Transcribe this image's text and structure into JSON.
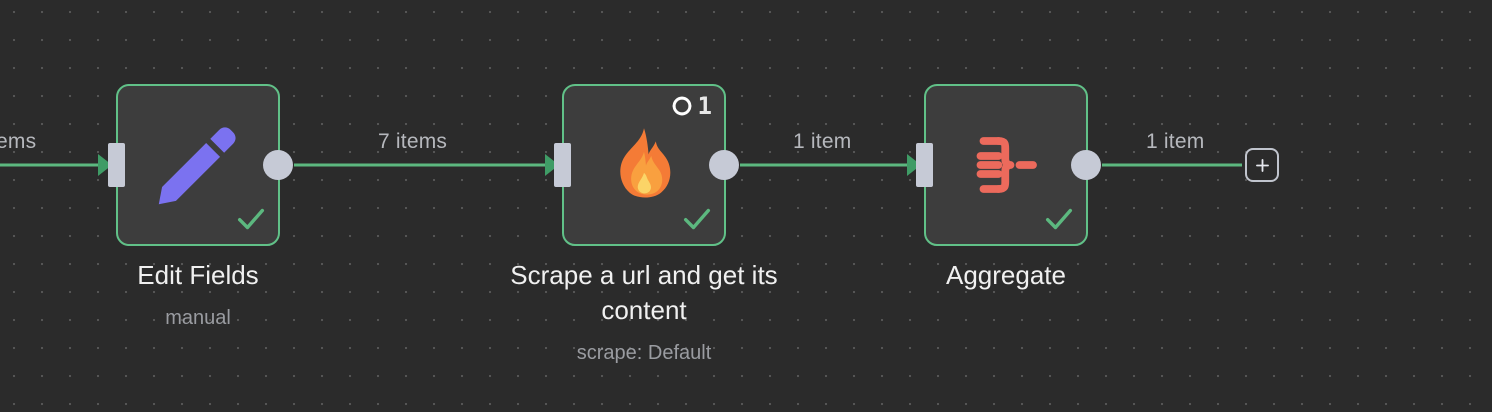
{
  "canvas": {
    "background_color": "#2b2b2b",
    "grid_dot_color": "#555555",
    "accent_green": "#61c188",
    "connection_green": "#5cb87f"
  },
  "connections": [
    {
      "label": "ems",
      "truncated": true,
      "from": "off-screen",
      "to": "Edit Fields"
    },
    {
      "label": "7 items",
      "from": "Edit Fields",
      "to": "Scrape a url and get its content"
    },
    {
      "label": "1 item",
      "from": "Scrape a url and get its content",
      "to": "Aggregate"
    },
    {
      "label": "1 item",
      "from": "Aggregate",
      "to": "add-node-button"
    }
  ],
  "nodes": [
    {
      "name": "Edit Fields",
      "subtitle": "manual",
      "icon": "pencil-icon",
      "icon_color": "#7b72f0",
      "status": "success",
      "badge": null
    },
    {
      "name": "Scrape a url and get its content",
      "subtitle": "scrape: Default",
      "icon": "flame-icon",
      "icon_color": "#f47b36",
      "status": "success",
      "badge": {
        "icon": "dashed-circle-icon",
        "count": "1"
      }
    },
    {
      "name": "Aggregate",
      "subtitle": "",
      "icon": "aggregate-icon",
      "icon_color": "#ec6a5c",
      "status": "success",
      "badge": null
    }
  ],
  "add_button": {
    "label": "+",
    "name": "add-node-button"
  }
}
